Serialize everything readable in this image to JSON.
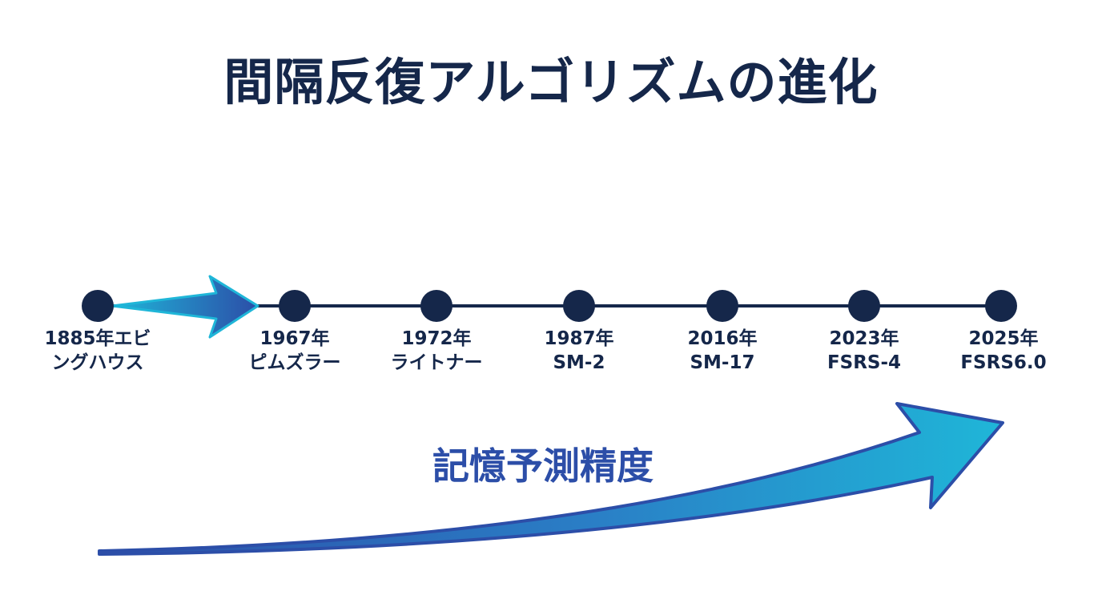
{
  "title": "間隔反復アルゴリズムの進化",
  "timeline": {
    "milestones": [
      {
        "year": "1885年エビ",
        "name": "ングハウス"
      },
      {
        "year": "1967年",
        "name": "ピムズラー"
      },
      {
        "year": "1972年",
        "name": "ライトナー"
      },
      {
        "year": "1987年",
        "name": "SM-2"
      },
      {
        "year": "2016年",
        "name": "SM-17"
      },
      {
        "year": "2023年",
        "name": "FSRS-4"
      },
      {
        "year": "2025年",
        "name": "FSRS6.0"
      }
    ]
  },
  "accuracy_label": "記憶予測精度",
  "colors": {
    "navy": "#15274a",
    "accent_blue": "#2c4ea8",
    "cyan": "#1fb6d8"
  }
}
